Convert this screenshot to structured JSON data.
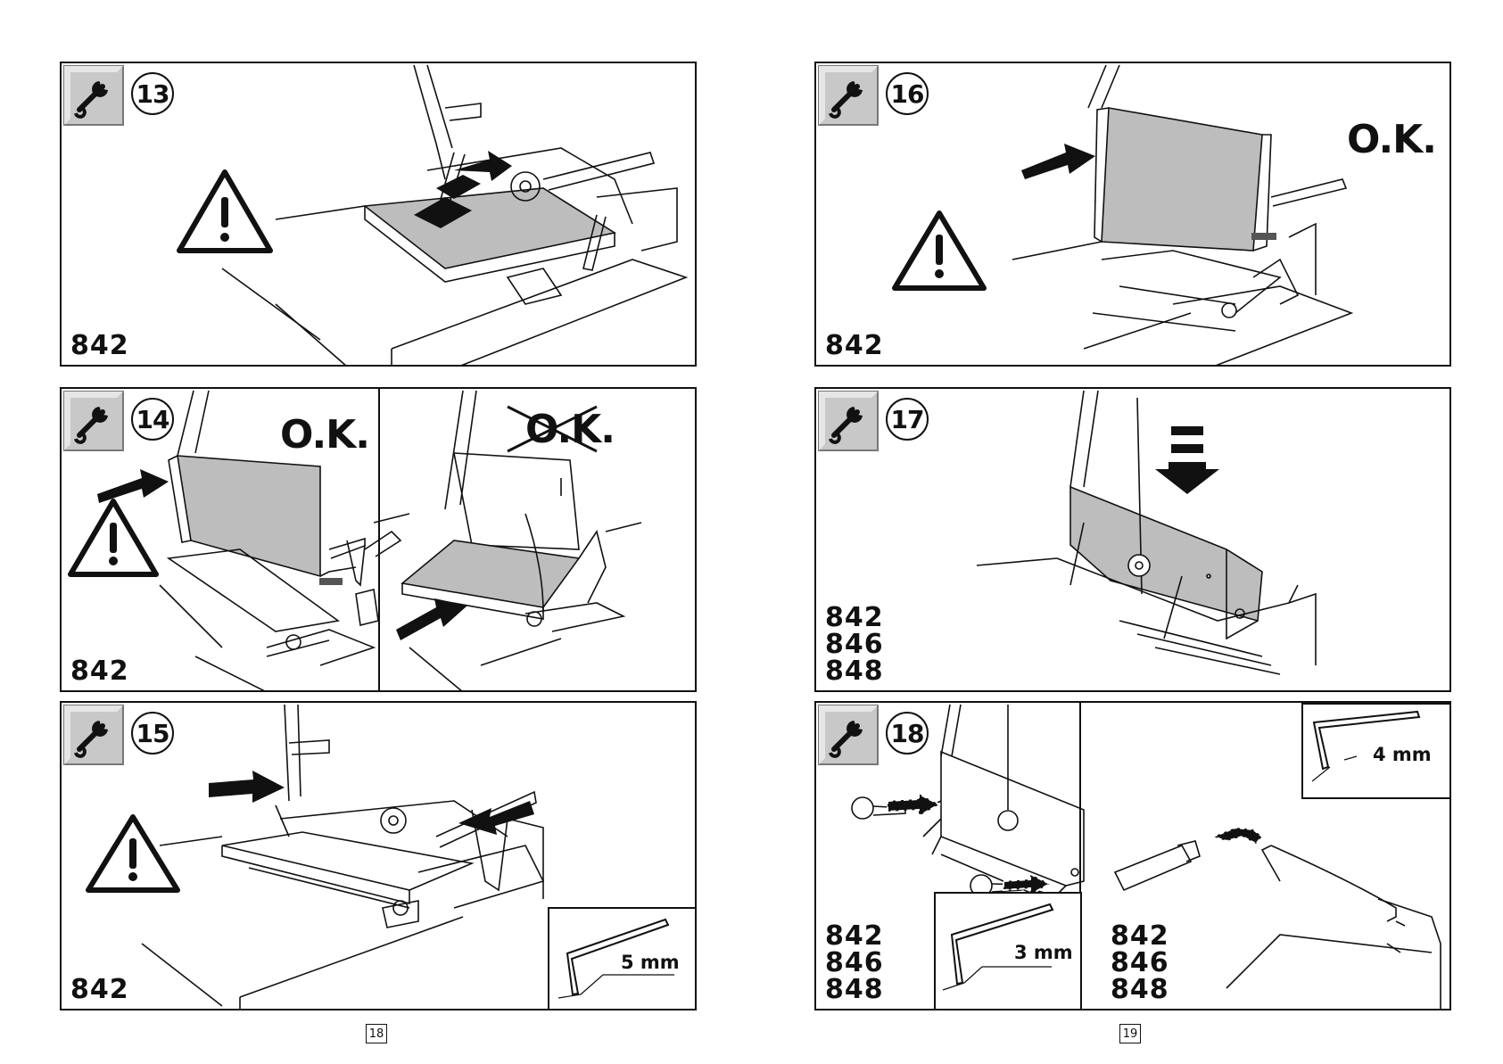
{
  "pages": {
    "left": "18",
    "right": "19"
  },
  "steps": [
    {
      "number": "13",
      "models": [
        "842"
      ]
    },
    {
      "number": "14",
      "models": [
        "842"
      ],
      "ok_label": "O.K.",
      "not_ok_label": "O.K."
    },
    {
      "number": "15",
      "models": [
        "842"
      ],
      "wrench_size": "5 mm"
    },
    {
      "number": "16",
      "models": [
        "842"
      ],
      "ok_label": "O.K."
    },
    {
      "number": "17",
      "models": [
        "842",
        "846",
        "848"
      ]
    },
    {
      "number": "18",
      "models_a": [
        "842",
        "846",
        "848"
      ],
      "models_b": [
        "842",
        "846",
        "848"
      ],
      "wrench_size_a": "3 mm",
      "wrench_size_b": "4 mm"
    }
  ],
  "icons": {
    "tool": "wrench-icon",
    "warning": "warning-triangle-icon",
    "arrow": "black-arrow-icon"
  },
  "colors": {
    "panel_fill": "#bdbdbd",
    "line": "#111111",
    "wrench_tile": "#c8c8c8"
  }
}
